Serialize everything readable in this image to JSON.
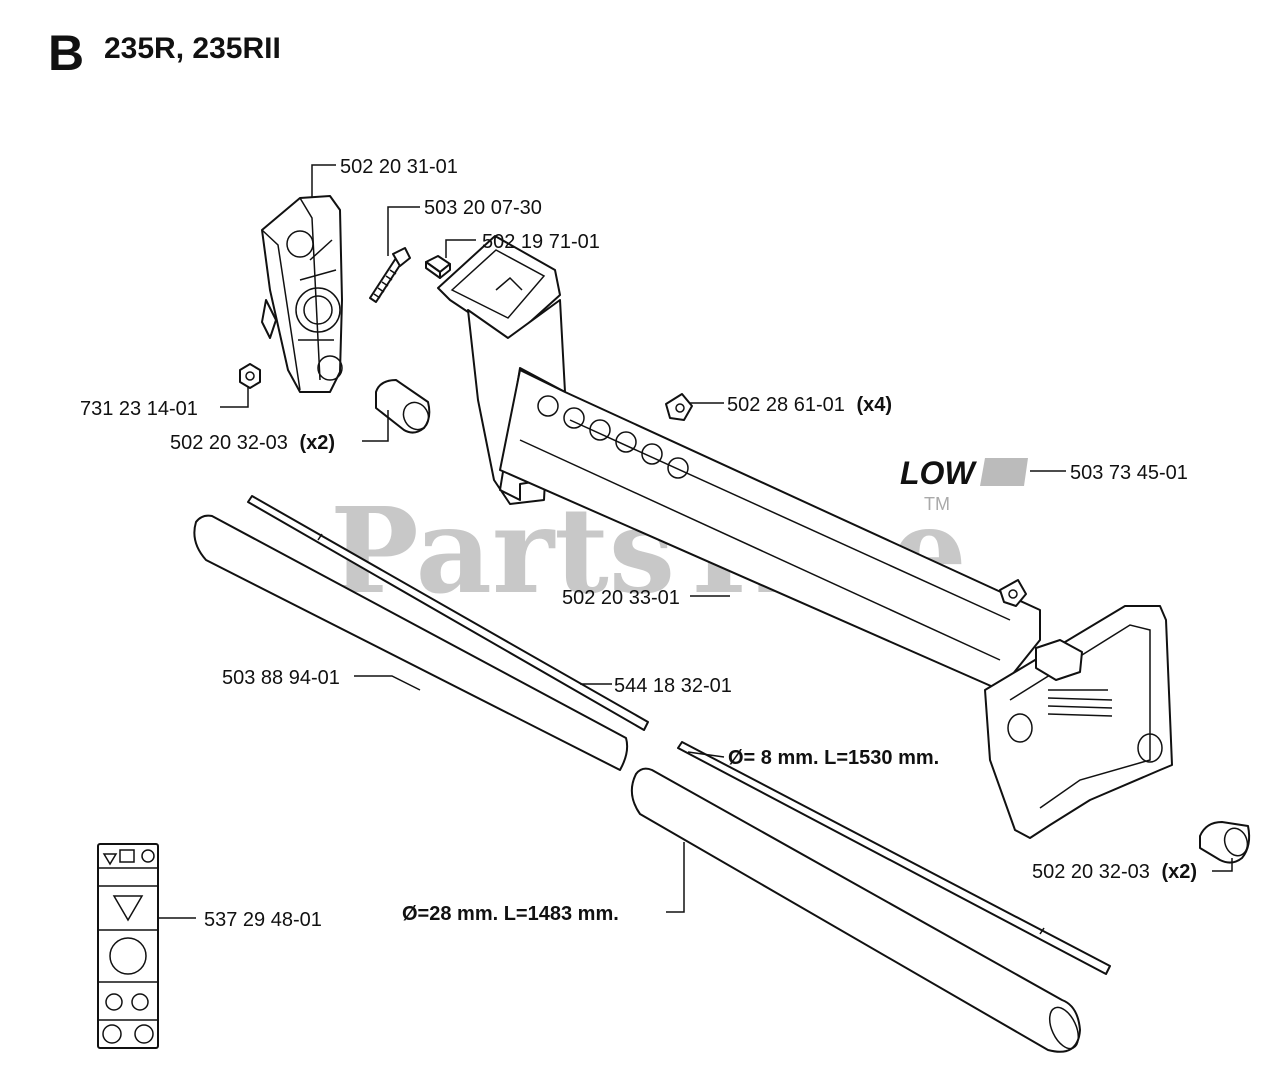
{
  "header": {
    "letter": "B",
    "title": "235R, 235RII"
  },
  "watermark": "PartsTree",
  "trademark": "TM",
  "decal_text": "LOW",
  "parts": {
    "handle_bracket": "502 20 31-01",
    "screw": "503 20 07-30",
    "square_nut": "502 19 71-01",
    "nut": "731 23 14-01",
    "grip_left": {
      "number": "502 20 32-03",
      "qty": "(x2)"
    },
    "cable_clip": {
      "number": "502 28 61-01",
      "qty": "(x4)"
    },
    "low_vib_decal": "503 73 45-01",
    "handle_tube": "502 20 33-01",
    "tube": "503 88 94-01",
    "shaft": "544 18 32-01",
    "shaft_dims": "Ø= 8 mm. L=1530 mm.",
    "tube_dims": "Ø=28 mm. L=1483 mm.",
    "grip_right": {
      "number": "502 20 32-03",
      "qty": "(x2)"
    },
    "warning_decal": "537 29 48-01"
  }
}
